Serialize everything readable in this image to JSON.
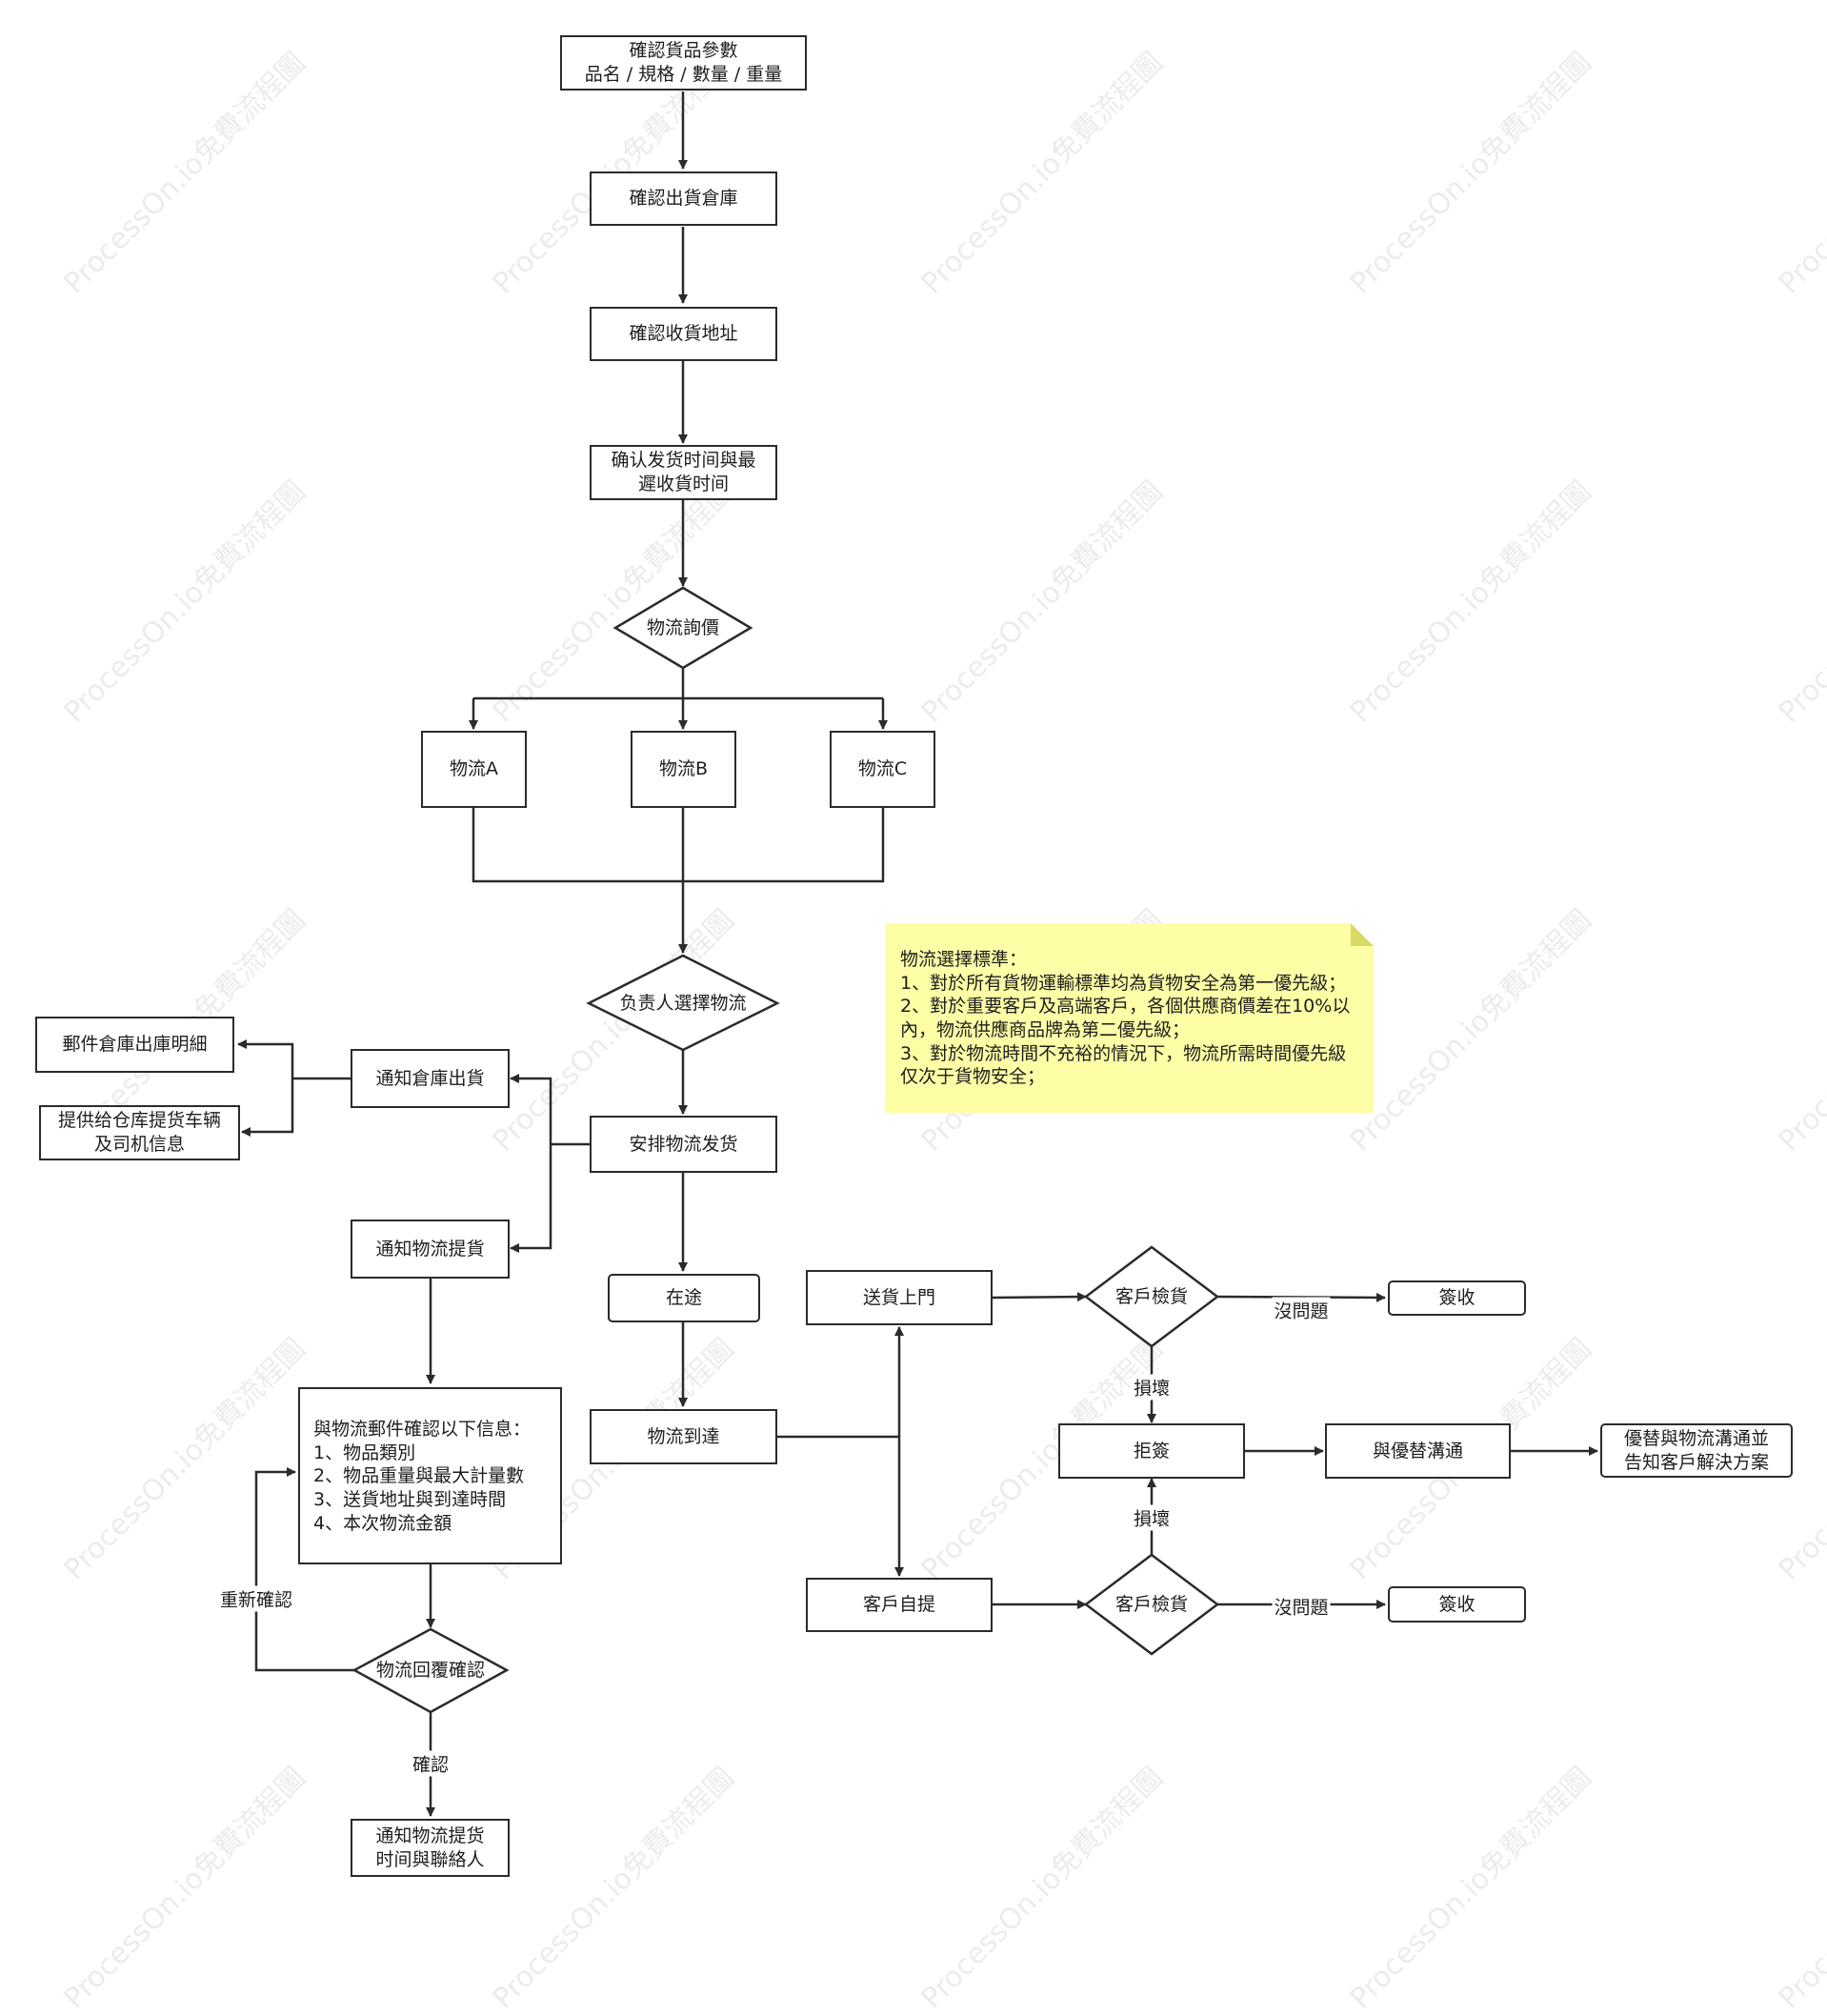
{
  "watermark": "ProcessOn.io免費流程圖",
  "nodes": {
    "confirm_goods": "確認貨品參數\n品名 / 規格 / 數量 / 重量",
    "confirm_warehouse": "確認出貨倉庫",
    "confirm_address": "確認收貨地址",
    "confirm_time": "确认发货时间與最\n遲收貨时间",
    "logistics_quote": "物流詢價",
    "logistics_a": "物流A",
    "logistics_b": "物流B",
    "logistics_c": "物流C",
    "select_logistics": "负责人選擇物流",
    "arrange_shipping": "安排物流发货",
    "notify_warehouse": "通知倉庫出貨",
    "email_warehouse": "郵件倉庫出庫明細",
    "provide_vehicle": "提供给仓库提货车辆\n及司机信息",
    "notify_pickup": "通知物流提貨",
    "email_confirm": "與物流郵件確認以下信息：\n1、物品類別\n2、物品重量與最大計量數\n3、送貨地址與到達時間\n4、本次物流金額",
    "reply_confirm": "物流回覆確認",
    "notify_time_contact": "通知物流提货\n时间與聯絡人",
    "in_transit": "在途",
    "arrived": "物流到達",
    "door_delivery": "送貨上門",
    "self_pickup": "客戶自提",
    "inspect_1": "客戶檢貨",
    "inspect_2": "客戶檢貨",
    "sign_1": "簽收",
    "sign_2": "簽收",
    "reject": "拒簽",
    "communicate": "與優替溝通",
    "solution": "優替與物流溝通並\n告知客戶解決方案"
  },
  "edge_labels": {
    "no_problem_1": "沒問題",
    "no_problem_2": "沒問題",
    "damaged_1": "損壞",
    "damaged_2": "損壞",
    "reconfirm": "重新確認",
    "confirmed": "確認"
  },
  "note": "物流選擇標準：\n1、對於所有貨物運輸標準均為貨物安全為第一優先級；\n2、對於重要客戶及高端客戶，各個供應商價差在10%以\n內，物流供應商品牌為第二優先級；\n3、對於物流時間不充裕的情況下，物流所需時間優先級\n仅次于貨物安全；",
  "colors": {
    "line": "#2b2b2b",
    "note_bg": "#fefea6",
    "watermark": "#ececec"
  }
}
